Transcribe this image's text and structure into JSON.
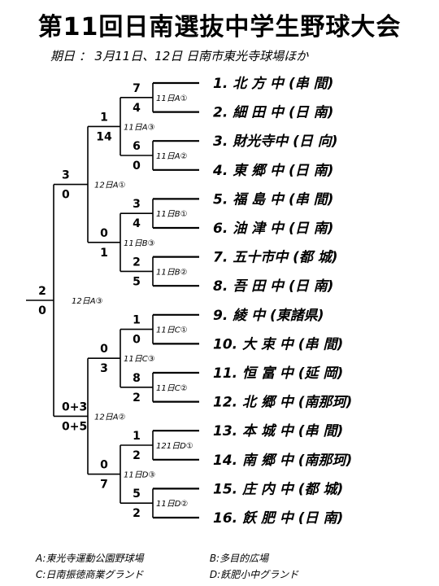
{
  "title": "第11回日南選抜中学生野球大会",
  "subtitle": "期日 ： 3月11日、12日 日南市東光寺球場ほか",
  "teams": [
    {
      "name": "1. 北 方 中 (串 間)"
    },
    {
      "name": "2. 細 田 中 (日 南)"
    },
    {
      "name": "3. 財光寺中 (日 向)"
    },
    {
      "name": "4. 東 郷 中 (日 南)"
    },
    {
      "name": "5. 福 島 中 (串 間)"
    },
    {
      "name": "6. 油 津 中 (日 南)"
    },
    {
      "name": "7. 五十市中 (都 城)"
    },
    {
      "name": "8. 吾 田 中 (日 南)"
    },
    {
      "name": "9. 綾 中 (東諸県)"
    },
    {
      "name": "10. 大 束 中 (串 間)"
    },
    {
      "name": "11. 恒 富 中 (延 岡)"
    },
    {
      "name": "12. 北 郷 中 (南那珂)"
    },
    {
      "name": "13. 本 城 中 (串 間)"
    },
    {
      "name": "14. 南 郷 中 (南那珂)"
    },
    {
      "name": "15. 庄 内 中 (都 城)"
    },
    {
      "name": "16. 飫 肥 中 (日 南)"
    }
  ],
  "round1": [
    {
      "label": "11日A①",
      "top": "7",
      "bottom": "4"
    },
    {
      "label": "11日A②",
      "top": "6",
      "bottom": "0"
    },
    {
      "label": "11日B①",
      "top": "3",
      "bottom": "4"
    },
    {
      "label": "11日B②",
      "top": "2",
      "bottom": "5"
    },
    {
      "label": "11日C①",
      "top": "1",
      "bottom": "0"
    },
    {
      "label": "11日C②",
      "top": "8",
      "bottom": "2"
    },
    {
      "label": "121日D①",
      "top": "1",
      "bottom": "2"
    },
    {
      "label": "11日D②",
      "top": "5",
      "bottom": "2"
    }
  ],
  "round2": [
    {
      "label": "11日A③",
      "top": "1",
      "bottom": "14"
    },
    {
      "label": "11日B③",
      "top": "0",
      "bottom": "1"
    },
    {
      "label": "11日C③",
      "top": "0",
      "bottom": "3"
    },
    {
      "label": "11日D③",
      "top": "0",
      "bottom": "7"
    }
  ],
  "semis": [
    {
      "label": "12日A①",
      "top": "3",
      "bottom": "0"
    },
    {
      "label": "12日A②",
      "top": "0+3",
      "bottom": "0+5"
    }
  ],
  "final": {
    "label": "12日A③",
    "top": "2",
    "bottom": "0"
  },
  "footer": {
    "a": "A:東光寺運動公園野球場",
    "b": "B:多目的広場",
    "c": "C:日南振徳商業グランド",
    "d": "D:飫肥小中グランド"
  }
}
